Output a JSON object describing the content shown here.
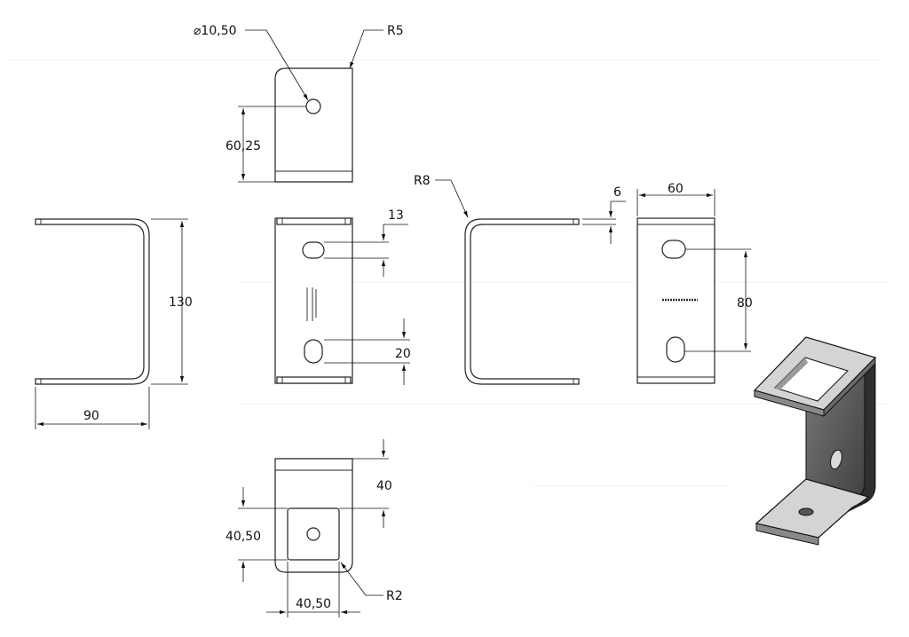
{
  "drawing": {
    "views": {
      "top": {
        "dims": {
          "hole_diameter": "⌀10,50",
          "hole_offset": "60,25",
          "radius": "R5"
        }
      },
      "left": {
        "dims": {
          "height": "130",
          "width": "90"
        }
      },
      "front": {
        "dims": {
          "slot_width": "13",
          "slot_length": "20"
        }
      },
      "right": {
        "dims": {
          "radius": "R8",
          "thickness": "6"
        }
      },
      "rear": {
        "dims": {
          "width": "60",
          "slot_spacing": "80"
        }
      },
      "bottom": {
        "dims": {
          "cutout_offset": "40",
          "cutout_height": "40,50",
          "cutout_width": "40,50",
          "radius": "R2"
        }
      }
    },
    "colors": {
      "line": "#222222",
      "background": "#ffffff",
      "iso_face": "#cfcfcf",
      "iso_side": "#5a5a5a"
    }
  }
}
